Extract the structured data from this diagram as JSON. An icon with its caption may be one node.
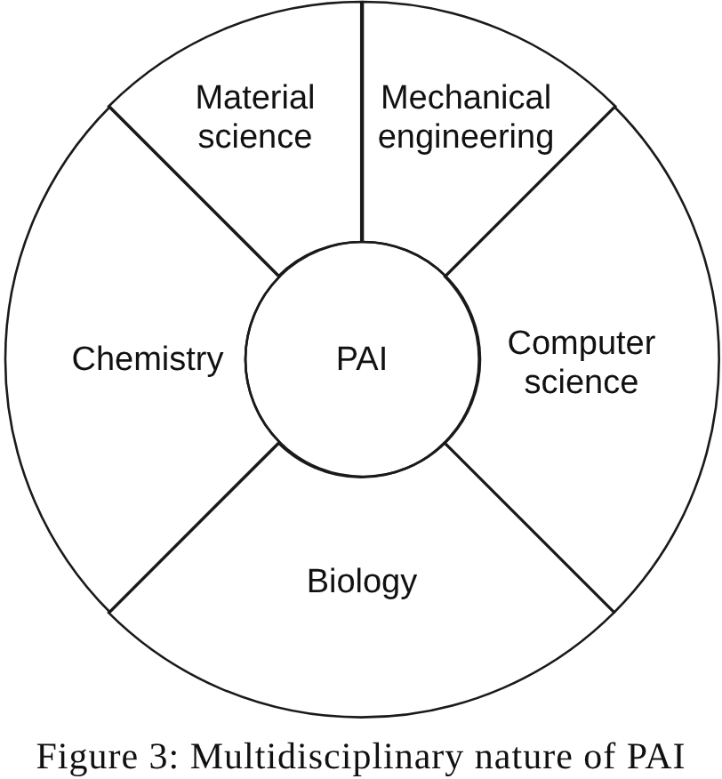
{
  "diagram": {
    "caption": "Figure 3: Multidisciplinary nature of PAI",
    "nodes": [
      {
        "text": [
          "Material science"
        ]
      },
      {
        "text": [
          "Mechanical engineering"
        ]
      },
      {
        "text": [
          "Chemistry"
        ]
      },
      {
        "text": [
          "PAI"
        ]
      },
      {
        "text": [
          "Computer science"
        ]
      },
      {
        "text": [
          "Biology"
        ]
      }
    ]
  }
}
